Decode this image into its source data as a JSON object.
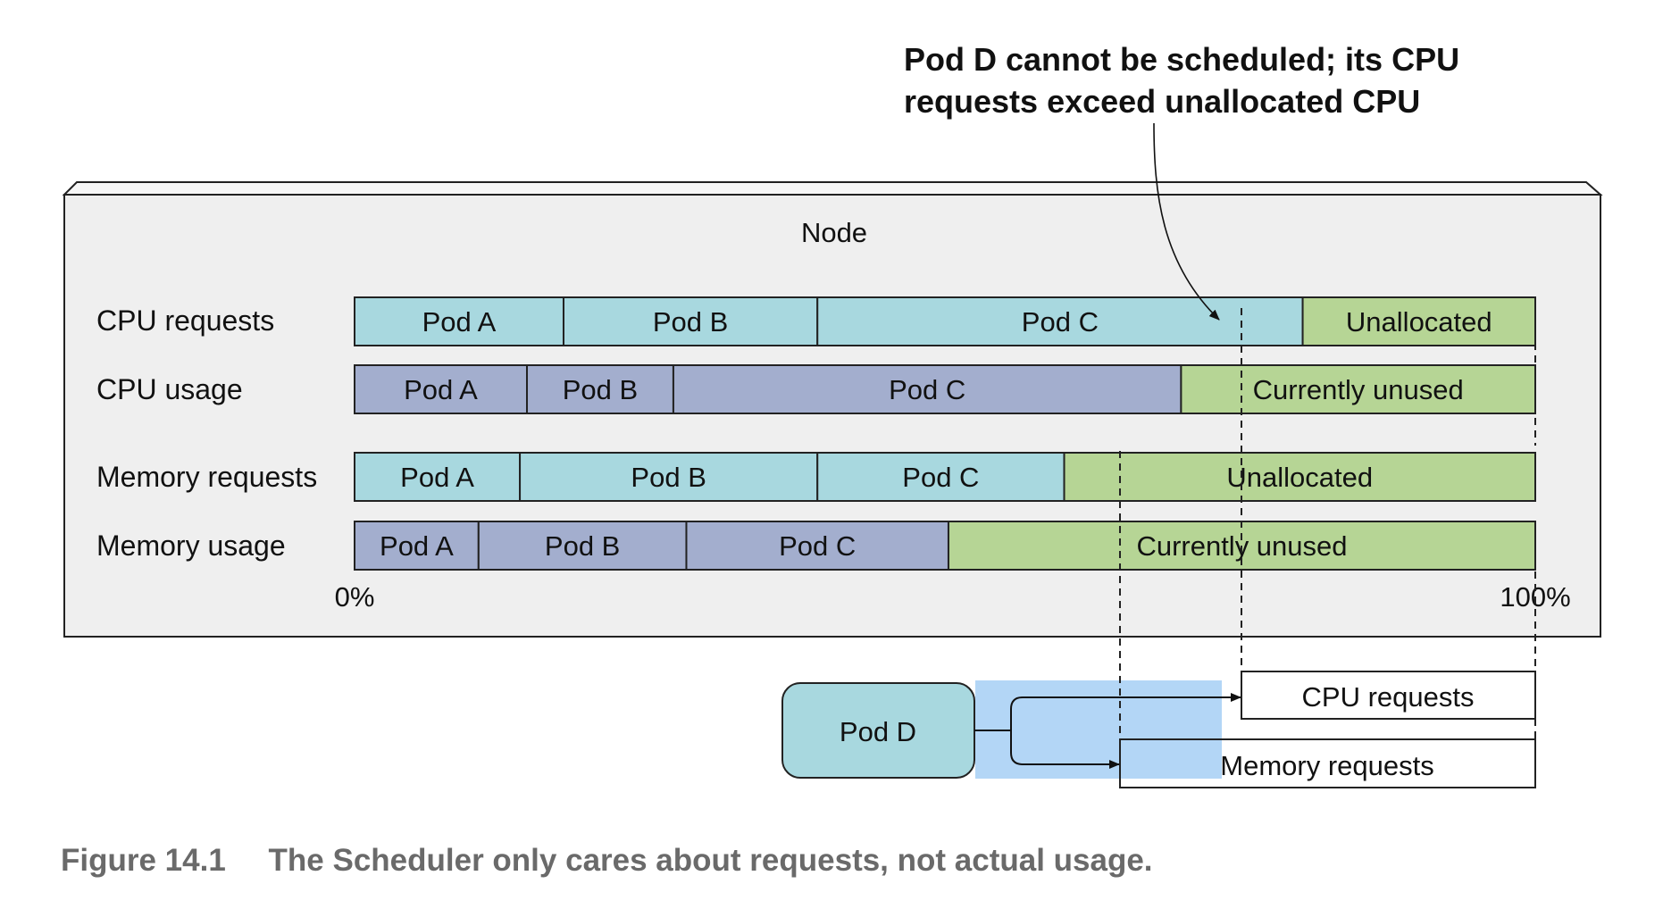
{
  "callout": {
    "line1": "Pod D cannot be scheduled; its CPU",
    "line2": "requests exceed unallocated CPU"
  },
  "node": {
    "title": "Node"
  },
  "rows": [
    {
      "label": "CPU requests",
      "segments": [
        {
          "label": "Pod A",
          "start": 0.0,
          "end": 0.177,
          "kind": "request"
        },
        {
          "label": "Pod B",
          "start": 0.177,
          "end": 0.392,
          "kind": "request"
        },
        {
          "label": "Pod C",
          "start": 0.392,
          "end": 0.803,
          "kind": "request"
        },
        {
          "label": "Unallocated",
          "start": 0.803,
          "end": 1.0,
          "kind": "free"
        }
      ]
    },
    {
      "label": "CPU usage",
      "segments": [
        {
          "label": "Pod A",
          "start": 0.0,
          "end": 0.146,
          "kind": "usage"
        },
        {
          "label": "Pod B",
          "start": 0.146,
          "end": 0.27,
          "kind": "usage"
        },
        {
          "label": "Pod C",
          "start": 0.27,
          "end": 0.7,
          "kind": "usage"
        },
        {
          "label": "Currently unused",
          "start": 0.7,
          "end": 1.0,
          "kind": "free"
        }
      ]
    },
    {
      "label": "Memory requests",
      "segments": [
        {
          "label": "Pod A",
          "start": 0.0,
          "end": 0.14,
          "kind": "request"
        },
        {
          "label": "Pod B",
          "start": 0.14,
          "end": 0.392,
          "kind": "request"
        },
        {
          "label": "Pod C",
          "start": 0.392,
          "end": 0.601,
          "kind": "request"
        },
        {
          "label": "Unallocated",
          "start": 0.601,
          "end": 1.0,
          "kind": "free"
        }
      ]
    },
    {
      "label": "Memory usage",
      "segments": [
        {
          "label": "Pod A",
          "start": 0.0,
          "end": 0.105,
          "kind": "usage"
        },
        {
          "label": "Pod B",
          "start": 0.105,
          "end": 0.281,
          "kind": "usage"
        },
        {
          "label": "Pod C",
          "start": 0.281,
          "end": 0.503,
          "kind": "usage"
        },
        {
          "label": "Currently unused",
          "start": 0.503,
          "end": 1.0,
          "kind": "free"
        }
      ]
    }
  ],
  "axis": {
    "min_label": "0%",
    "max_label": "100%"
  },
  "pod_d": {
    "label": "Pod D",
    "cpu_request_label": "CPU requests",
    "memory_request_label": "Memory requests",
    "cpu_request_start": 0.75,
    "memory_request_start": 0.647
  },
  "caption": {
    "figure": "Figure 14.1",
    "text": "The Scheduler only cares about requests, not actual usage."
  },
  "colors": {
    "request": "#a8d8df",
    "usage": "#a3aece",
    "free": "#b6d595",
    "node_bg": "#efefef",
    "highlight": "#b3d6f6",
    "caption": "#6a6a6a"
  }
}
